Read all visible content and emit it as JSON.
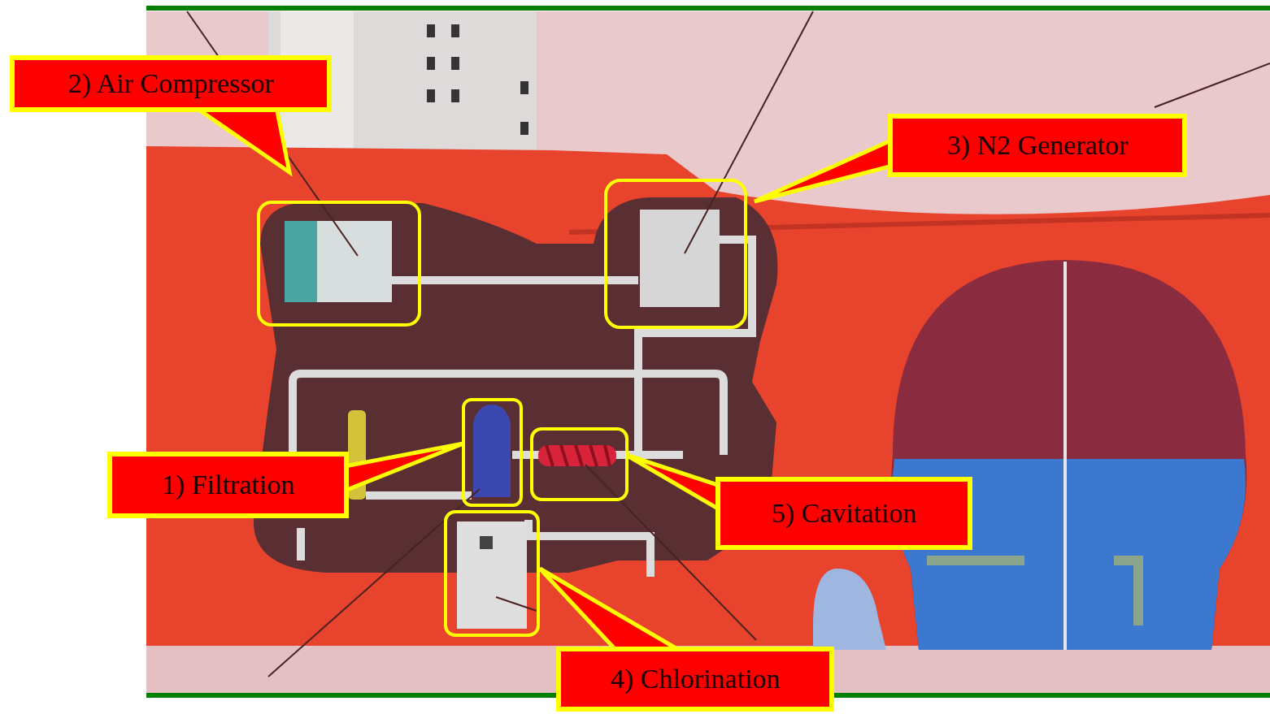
{
  "diagram": {
    "nodes": [
      {
        "text": [
          "2) Air Compressor"
        ]
      },
      {
        "text": [
          "3) N2 Generator"
        ]
      },
      {
        "text": [
          "1) Filtration"
        ]
      },
      {
        "text": [
          "5) Cavitation"
        ]
      },
      {
        "text": [
          "4) Chlorination"
        ]
      }
    ]
  }
}
